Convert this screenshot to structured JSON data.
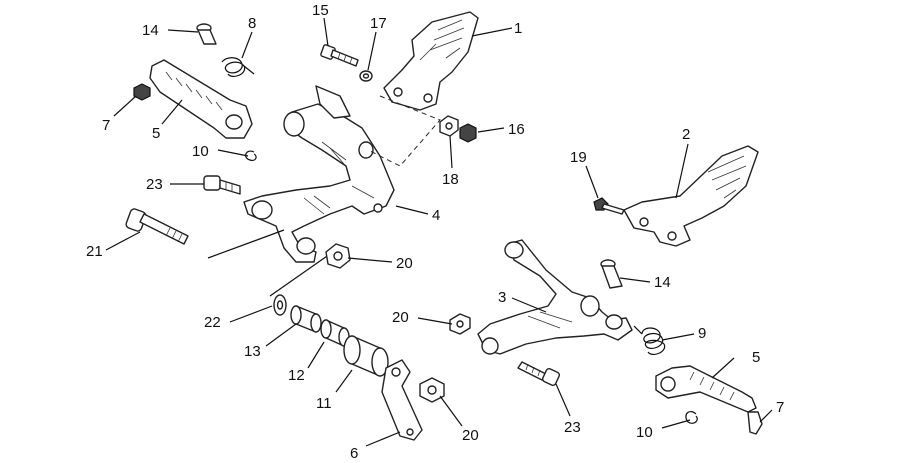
{
  "diagram": {
    "callouts": [
      {
        "id": "c1",
        "text": "1"
      },
      {
        "id": "c2",
        "text": "2"
      },
      {
        "id": "c3",
        "text": "3"
      },
      {
        "id": "c4",
        "text": "4"
      },
      {
        "id": "c5a",
        "text": "5"
      },
      {
        "id": "c5b",
        "text": "5"
      },
      {
        "id": "c6",
        "text": "6"
      },
      {
        "id": "c7a",
        "text": "7"
      },
      {
        "id": "c7b",
        "text": "7"
      },
      {
        "id": "c8",
        "text": "8"
      },
      {
        "id": "c9",
        "text": "9"
      },
      {
        "id": "c10a",
        "text": "10"
      },
      {
        "id": "c10b",
        "text": "10"
      },
      {
        "id": "c11",
        "text": "11"
      },
      {
        "id": "c12",
        "text": "12"
      },
      {
        "id": "c13",
        "text": "13"
      },
      {
        "id": "c14a",
        "text": "14"
      },
      {
        "id": "c14b",
        "text": "14"
      },
      {
        "id": "c15",
        "text": "15"
      },
      {
        "id": "c16",
        "text": "16"
      },
      {
        "id": "c17",
        "text": "17"
      },
      {
        "id": "c18",
        "text": "18"
      },
      {
        "id": "c19",
        "text": "19"
      },
      {
        "id": "c20a",
        "text": "20"
      },
      {
        "id": "c20b",
        "text": "20"
      },
      {
        "id": "c20c",
        "text": "20"
      },
      {
        "id": "c21",
        "text": "21"
      },
      {
        "id": "c22",
        "text": "22"
      },
      {
        "id": "c23a",
        "text": "23"
      },
      {
        "id": "c23b",
        "text": "23"
      }
    ]
  }
}
